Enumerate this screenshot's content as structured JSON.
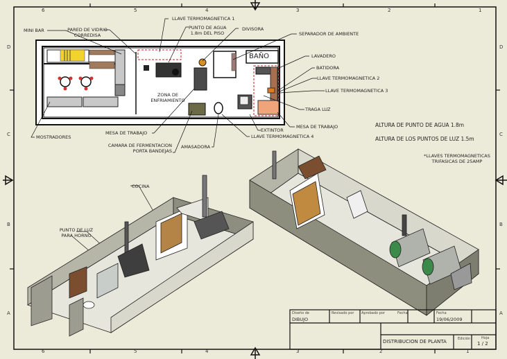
{
  "sheet": {
    "column_markers_top": [
      "6",
      "5",
      "4",
      "3",
      "2",
      "1"
    ],
    "column_markers_bottom": [
      "6",
      "5",
      "4",
      "3",
      "2",
      "1"
    ],
    "row_markers": [
      "D",
      "C",
      "B",
      "A"
    ]
  },
  "plan_labels": {
    "mini_bar": "MINI BAR",
    "pared_vidrio": "PARED DE VIDRIO",
    "pared_vidrio_2": "CORREDISA",
    "llave1": "LLAVE TERMOMAGNETICA 1",
    "punto_agua": "PUNTO DE AGUA",
    "punto_agua_2": "1.8m DEL PISO",
    "divisora": "DIVISORA",
    "separador": "SEPARADOR DE AMBIENTE",
    "bano": "BAÑO",
    "lavadero": "LAVADERO",
    "batidora": "BATIDORA",
    "llave2": "LLAVE TERMOMAGNETICA 2",
    "llave3": "LLAVE TERMOMAGNETICA 3",
    "traga_luz": "TRAGA LUZ",
    "mesa_trabajo_right": "MESA DE TRABAJO",
    "extintor": "EXTINTOR",
    "llave4": "LLAVE TERMOMAGNETICA 4",
    "amasadora": "AMASADORA",
    "camara": "CAMARA DE FERMENTACION",
    "camara_2": "PORTA BANDEJAS",
    "mesa_trabajo_left": "MESA DE TRABAJO",
    "mostradores": "MOSTRADORES",
    "zona": "ZONA DE",
    "zona_2": "ENFRIAMIENTO"
  },
  "notes": {
    "altura_agua": "ALTURA DE PUNTO DE AGUA 1.8m",
    "altura_luz": "ALTURA DE LOS PUNTOS DE LUZ 1.5m",
    "llaves": "*LLAVES TERMOMAGNETICAS",
    "llaves_2": "TRIFASICAS DE 25AMP"
  },
  "iso_labels": {
    "cocina": "COCINA",
    "punto_luz": "PUNTO DE LUZ",
    "horno": "PARA HORNO"
  },
  "title_block": {
    "disenado_label": "Diseño de",
    "disenado_value": "DIBUJO",
    "revisado_label": "Revisado por",
    "aprobado_label": "Aprobado por",
    "fecha_label": "Fecha",
    "fecha2_label": "Fecha",
    "fecha_value": "19/06/2009",
    "title": "DISTRIBUCION DE PLANTA",
    "edicion_label": "Edición",
    "hoja_label": "Hoja",
    "hoja_value": "1 / 2"
  }
}
